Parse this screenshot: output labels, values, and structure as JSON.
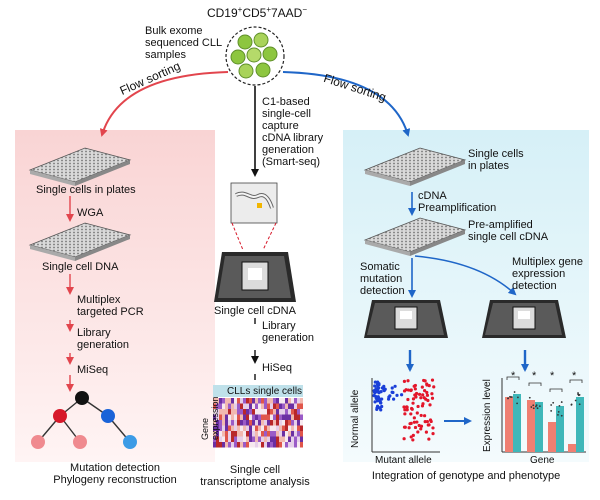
{
  "header": {
    "population": "CD19",
    "sup1": "+",
    "mid": "CD5",
    "sup2": "+",
    "end": "7AAD",
    "sup3": "−",
    "samples_line1": "Bulk exome",
    "samples_line2": "sequenced CLL",
    "samples_line3": "samples"
  },
  "arrows": {
    "left_label": "Flow sorting",
    "right_label": "Flow sorting"
  },
  "left": {
    "step1": "Single cells in plates",
    "step2": "WGA",
    "step3": "Single cell DNA",
    "step4_line1": "Multiplex",
    "step4_line2": "targeted PCR",
    "step5_line1": "Library",
    "step5_line2": "generation",
    "step6": "MiSeq",
    "footer_line1": "Mutation detection",
    "footer_line2": "Phylogeny reconstruction"
  },
  "middle": {
    "c1_line1": "C1-based",
    "c1_line2": "single-cell",
    "c1_line3": "capture",
    "c1_line4": "cDNA library",
    "c1_line5": "generation",
    "c1_line6": "(Smart-seq)",
    "cdna": "Single cell cDNA",
    "lib_line1": "Library",
    "lib_line2": "generation",
    "hiseq": "HiSeq",
    "heatmap_title": "CLLs single cells",
    "heatmap_ylabel_line1": "Gene",
    "heatmap_ylabel_line2": "expression",
    "footer_line1": "Single cell",
    "footer_line2": "transcriptome analysis"
  },
  "right": {
    "step1_line1": "Single cells",
    "step1_line2": "in plates",
    "step2_line1": "cDNA",
    "step2_line2": "Preamplification",
    "step3_line1": "Pre-amplified",
    "step3_line2": "single cell cDNA",
    "branchA_line1": "Somatic",
    "branchA_line2": "mutation",
    "branchA_line3": "detection",
    "branchB_line1": "Multiplex gene",
    "branchB_line2": "expression",
    "branchB_line3": "detection",
    "scatter_ylabel": "Normal allele",
    "scatter_xlabel": "Mutant allele",
    "bar_ylabel": "Expression level",
    "bar_xlabel": "Gene",
    "sig": "*",
    "footer": "Integration of genotype and phenotype"
  },
  "colors": {
    "left_panel": "#fbdede",
    "right_panel": "#dff3f8",
    "red_arrow": "#e2454d",
    "blue_arrow": "#1f66c8",
    "node_black": "#111111",
    "node_red": "#d7192a",
    "node_blue": "#1a63d8",
    "node_pink": "#f08a8f",
    "node_lightblue": "#3c9be6",
    "cells_green": "#8dc63f",
    "bar_salmon": "#ef7f72",
    "bar_teal": "#3fb7b9"
  }
}
